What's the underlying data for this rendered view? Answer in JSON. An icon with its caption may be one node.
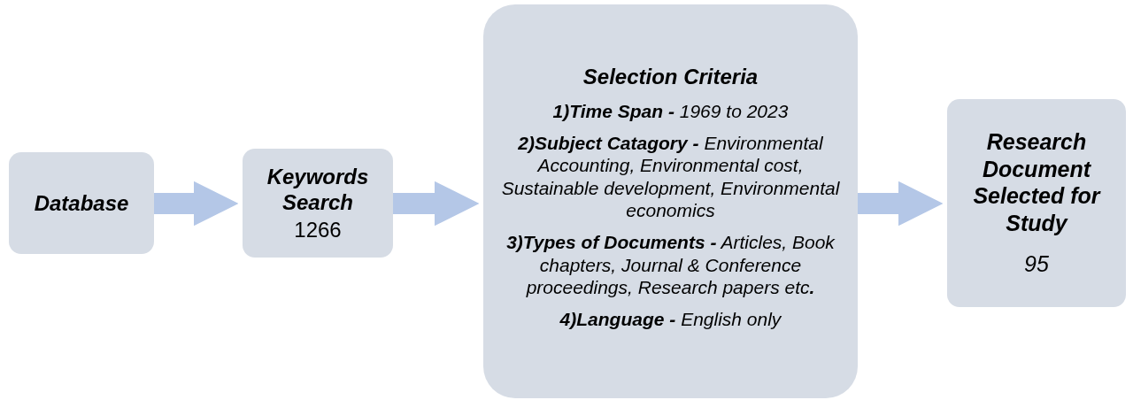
{
  "diagram": {
    "nodes": [
      {
        "text": [
          "Database"
        ]
      },
      {
        "text": [
          "Keywords Search",
          "1266"
        ]
      },
      {
        "text": [
          "Selection Criteria",
          "**1)Time Span -** 1969 to 2023",
          "**2)Subject Catagory -** Environmental Accounting, Environmental cost, Sustainable development, Environmental economics",
          "**3)Types of Documents -** Articles, Book chapters, Journal & Conference proceedings, Research papers etc**.**",
          "**4)Language -** English only"
        ]
      },
      {
        "text": [
          "Research Document Selected for Study",
          "95"
        ]
      }
    ],
    "edges": [
      {
        "from": 0,
        "to": 1,
        "arrow": "to"
      },
      {
        "from": 1,
        "to": 2,
        "arrow": "to"
      },
      {
        "from": 2,
        "to": 3,
        "arrow": "to"
      }
    ]
  }
}
